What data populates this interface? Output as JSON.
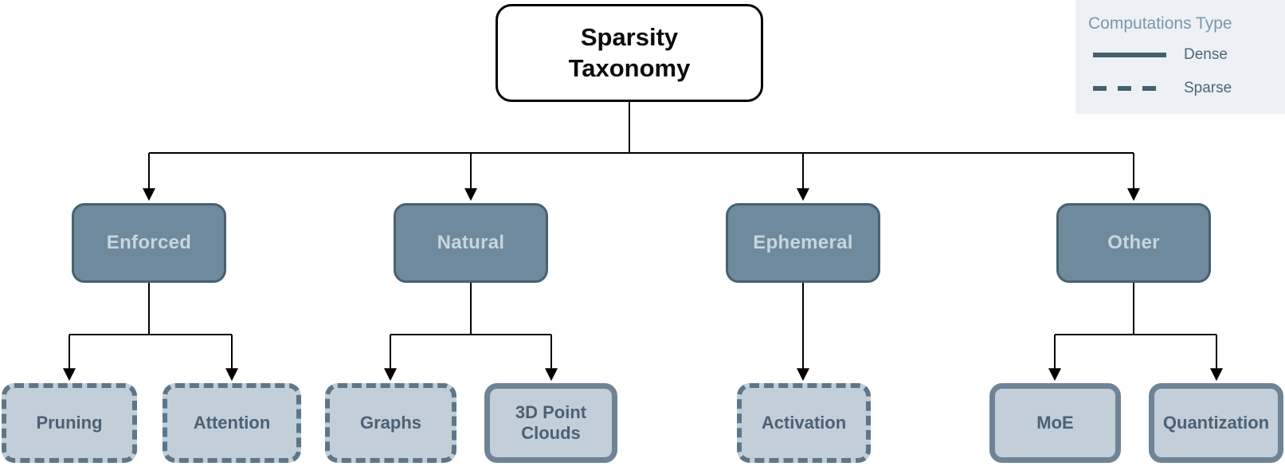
{
  "legend": {
    "title": "Computations Type",
    "items": [
      {
        "label": "Dense",
        "line_style": "solid"
      },
      {
        "label": "Sparse",
        "line_style": "dashed"
      }
    ]
  },
  "tree": {
    "root": {
      "label": "Sparsity Taxonomy"
    },
    "categories": [
      {
        "label": "Enforced",
        "children": [
          "Pruning",
          "Attention"
        ]
      },
      {
        "label": "Natural",
        "children": [
          "Graphs",
          "3D Point Clouds"
        ]
      },
      {
        "label": "Ephemeral",
        "children": [
          "Activation"
        ]
      },
      {
        "label": "Other",
        "children": [
          "MoE",
          "Quantization"
        ]
      }
    ],
    "leaves": [
      {
        "label": "Pruning",
        "computation": "sparse"
      },
      {
        "label": "Attention",
        "computation": "sparse"
      },
      {
        "label": "Graphs",
        "computation": "sparse"
      },
      {
        "label": "3D Point Clouds",
        "computation": "dense"
      },
      {
        "label": "Activation",
        "computation": "sparse"
      },
      {
        "label": "MoE",
        "computation": "dense"
      },
      {
        "label": "Quantization",
        "computation": "dense"
      }
    ]
  },
  "colors": {
    "category_fill": "#6f8a9c",
    "category_border": "#47616f",
    "category_text": "#c9d5dd",
    "leaf_fill": "#c2ced8",
    "leaf_dashed_border": "#5d7689",
    "leaf_solid_border": "#6e8496",
    "leaf_text": "#4b6274",
    "root_fill": "#ffffff",
    "root_border": "#000000",
    "legend_background": "#edf1f5",
    "legend_title_text": "#7b97ab",
    "legend_item_text": "#4d6678",
    "legend_line": "#43606f",
    "connector_line": "#000000"
  }
}
